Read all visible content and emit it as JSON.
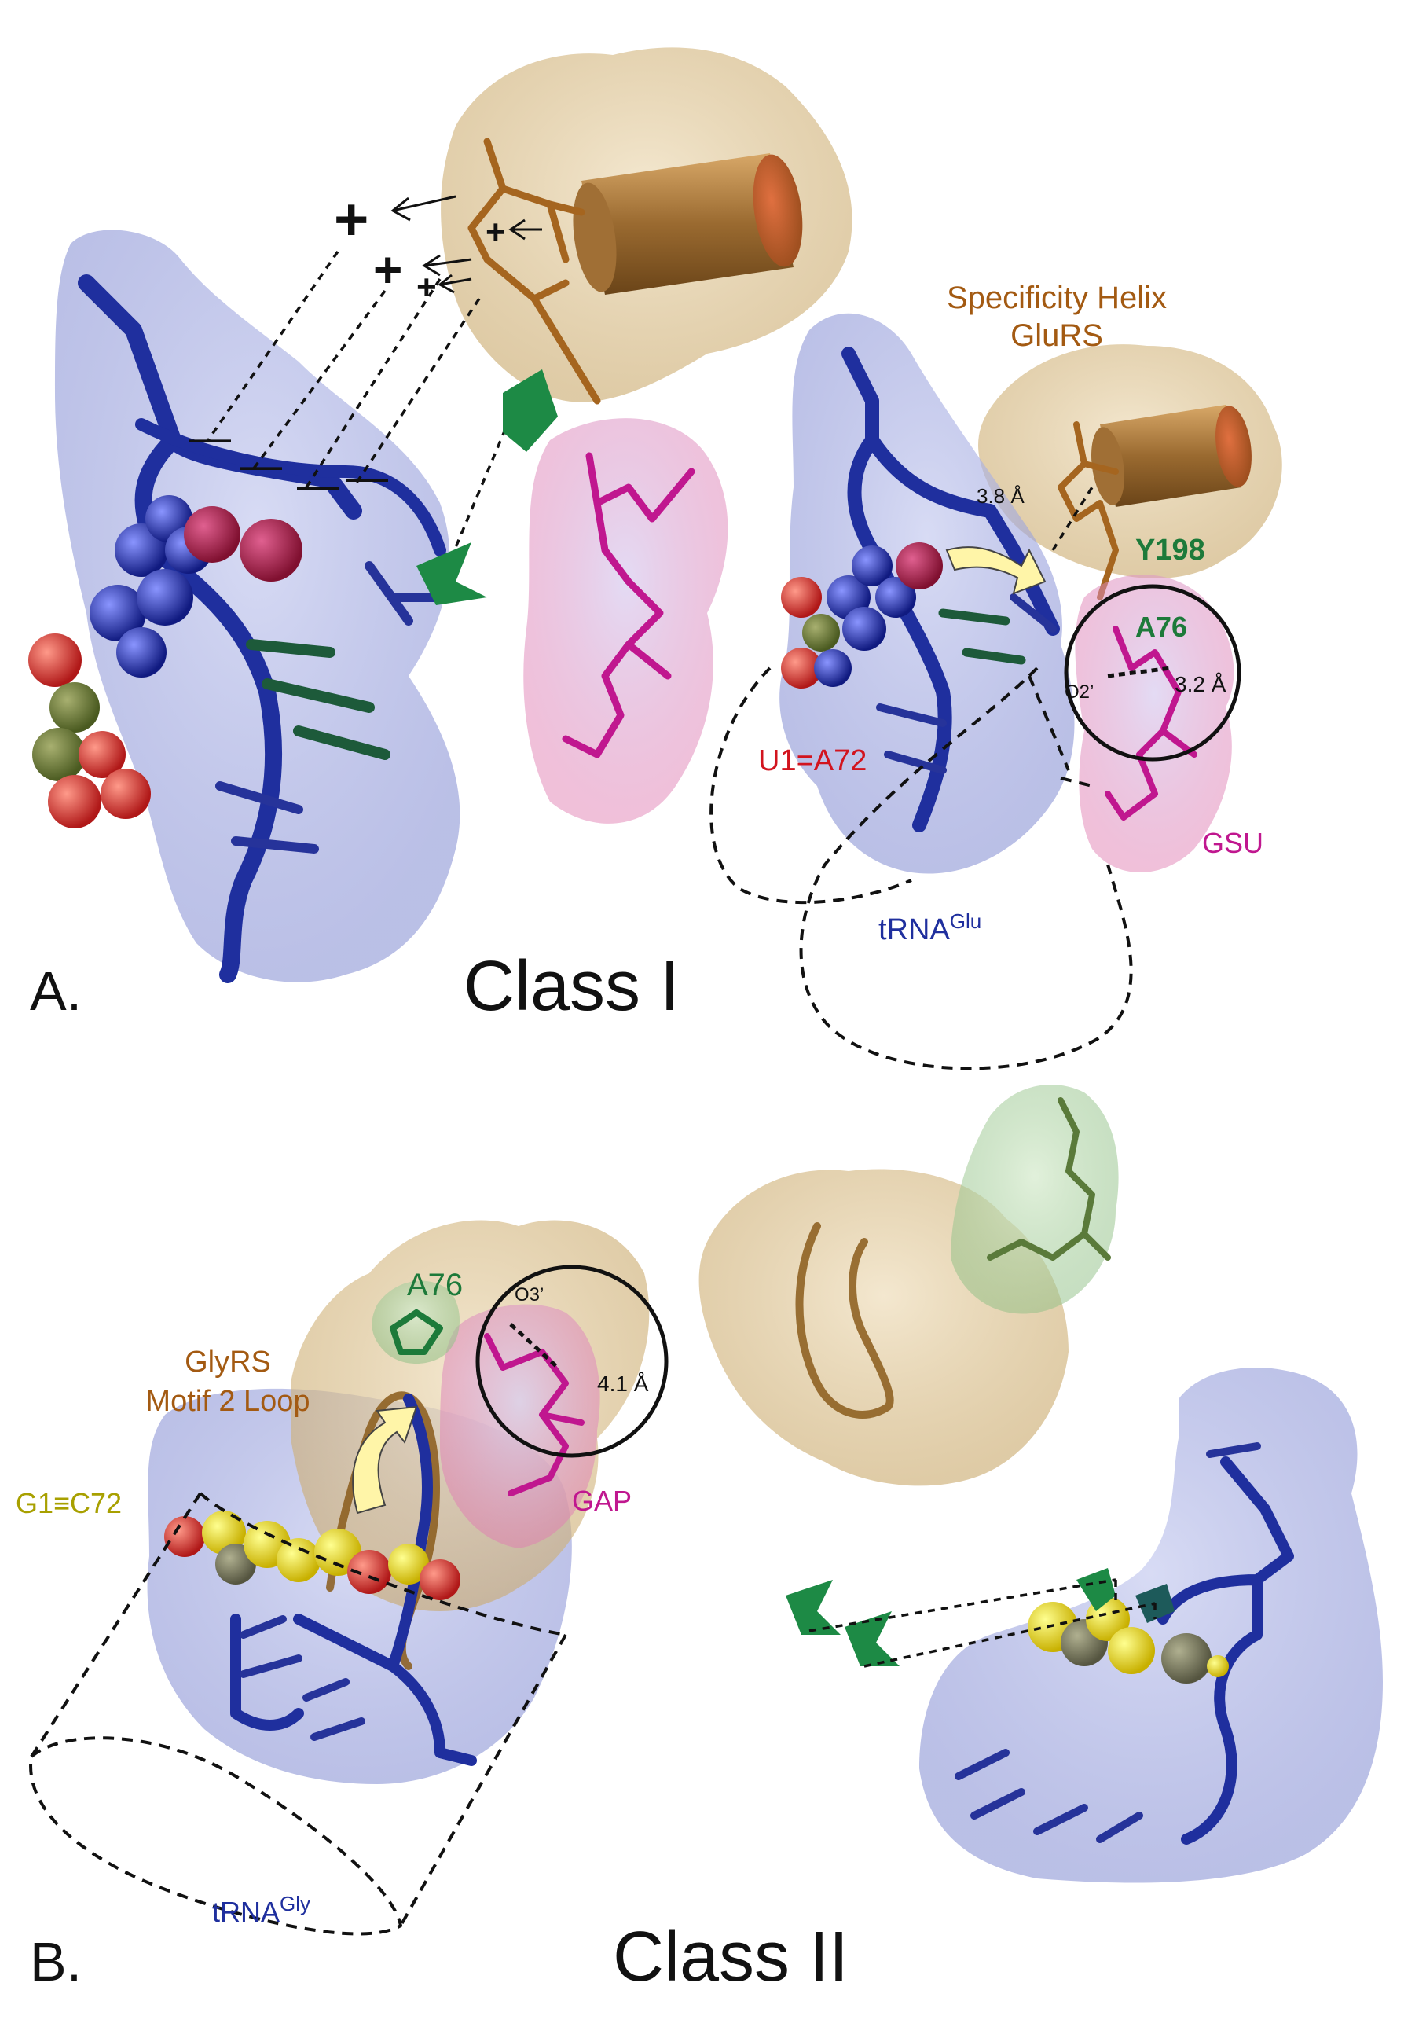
{
  "panel_a": {
    "letter": "A.",
    "title": "Class I",
    "specificity_helix": "Specificity Helix",
    "enzyme": "GluRS",
    "distance_1": "3.8 Å",
    "distance_2": "3.2 Å",
    "residue": "Y198",
    "nucleotide": "A76",
    "atom": "O2’",
    "base_pair": "U1=A72",
    "ligand": "GSU",
    "trna_main": "tRNA",
    "trna_sup": "Glu",
    "plus_signs": [
      "+",
      "+",
      "+",
      "+"
    ],
    "minus_signs": [
      "—",
      "—",
      "—",
      "—"
    ]
  },
  "panel_b": {
    "letter": "B.",
    "title": "Class II",
    "enzyme": "GlyRS",
    "loop": "Motif 2 Loop",
    "nucleotide": "A76",
    "atom": "O3’",
    "distance": "4.1 Å",
    "base_pair": "G1≡C72",
    "ligand": "GAP",
    "trna_main": "tRNA",
    "trna_sup": "Gly"
  },
  "colors": {
    "trna_blue": "#1f2f9e",
    "enzyme_tan": "#c9a86a",
    "ligand_magenta": "#c0178f",
    "green": "#1d7a3a",
    "base_pair_red": "#d2141e",
    "base_pair_olive": "#a8a000",
    "enzyme_label_brown": "#a35a12"
  }
}
